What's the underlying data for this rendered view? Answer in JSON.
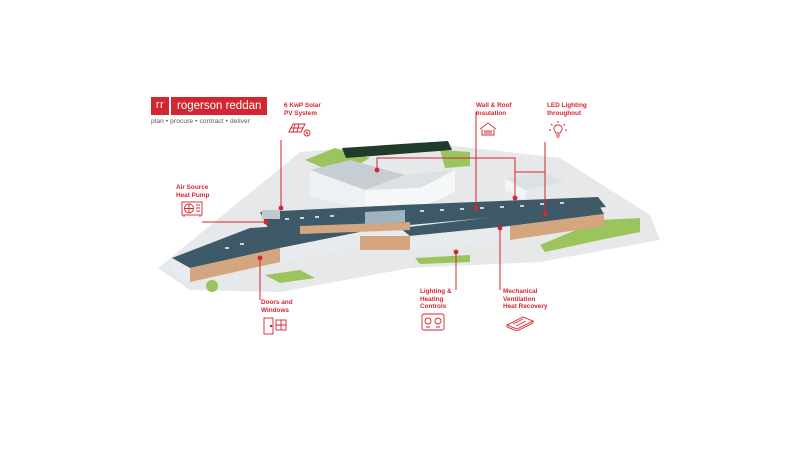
{
  "logo": {
    "mark": "rr",
    "name": "rogerson reddan",
    "tagline": "plan • procure • contract • deliver"
  },
  "features": {
    "solar": "6 KwP Solar\nPV System",
    "insulation": "Wall & Roof\nInsulation",
    "led": "LED Lighting\nthroughout",
    "heat_pump": "Air Source\nHeat Pump",
    "doors": "Doors and\nWindows",
    "controls": "Lighting &\nHeating\nControls",
    "ventilation": "Mechanical\nVentilation\nHeat Recovery"
  },
  "colors": {
    "accent": "#d32630",
    "roof": "#3e5a68",
    "wall": "#e7ebee",
    "brick": "#d4a67f",
    "grass": "#9cc45c",
    "ground": "#e6e8ea"
  },
  "icons": [
    "solar-panel-icon",
    "house-insulation-icon",
    "light-bulb-icon",
    "heat-pump-icon",
    "door-window-icon",
    "control-panel-icon",
    "ventilation-unit-icon"
  ]
}
